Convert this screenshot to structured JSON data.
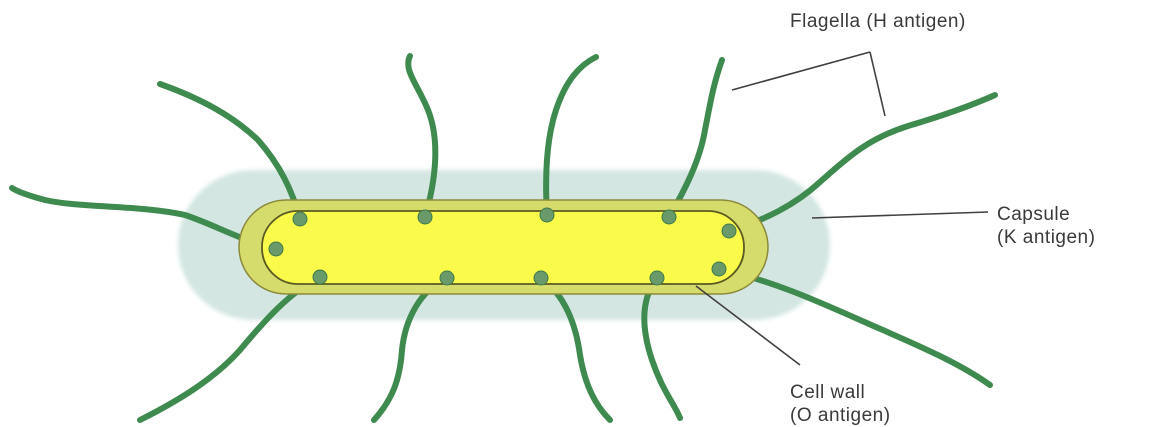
{
  "labels": {
    "flagella": "Flagella (H antigen)",
    "capsule_line1": "Capsule",
    "capsule_line2": "(K antigen)",
    "cell_wall_line1": "Cell wall",
    "cell_wall_line2": "(O antigen)"
  },
  "colors": {
    "capsule": "#d3e6e2",
    "cell_wall": "#d6dc6c",
    "cytoplasm": "#fafa4a",
    "flagella": "#3f8a4e",
    "label_text": "#3a3a3a",
    "leader_line": "#404040"
  }
}
